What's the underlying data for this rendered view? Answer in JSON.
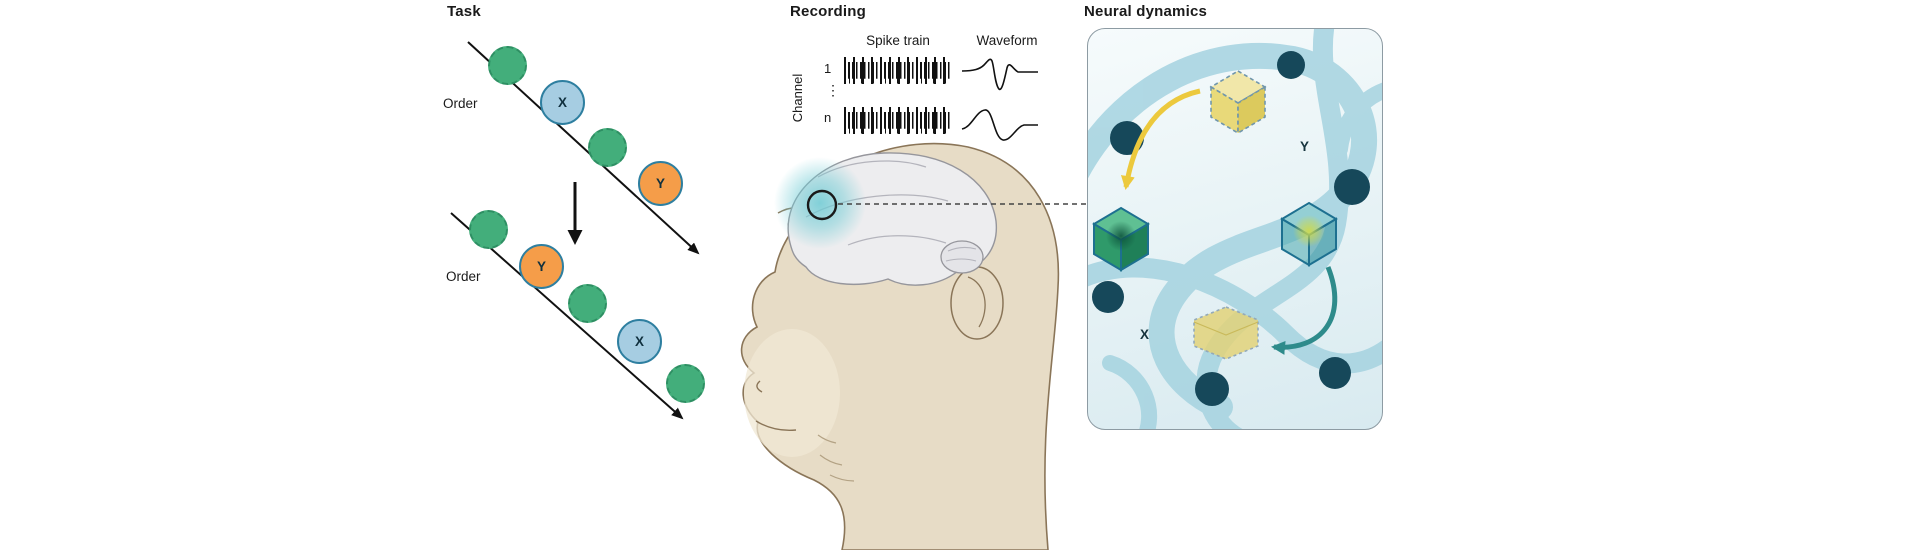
{
  "task": {
    "title": "Task",
    "seq1": {
      "order_label": "Order",
      "items": [
        {
          "kind": "distractor"
        },
        {
          "kind": "sample",
          "label": "X"
        },
        {
          "kind": "distractor"
        },
        {
          "kind": "sample",
          "label": "Y"
        }
      ]
    },
    "seq2": {
      "order_label": "Order",
      "items": [
        {
          "kind": "distractor"
        },
        {
          "kind": "sample",
          "label": "Y"
        },
        {
          "kind": "distractor"
        },
        {
          "kind": "sample",
          "label": "X"
        },
        {
          "kind": "distractor"
        }
      ]
    }
  },
  "recording": {
    "title": "Recording",
    "spike_train_header": "Spike train",
    "waveform_header": "Waveform",
    "channel": {
      "label": "Channel",
      "first": "1",
      "ellipsis": "⋮",
      "last": "n"
    }
  },
  "neural_dynamics": {
    "title": "Neural dynamics",
    "state_labels": {
      "y": "Y",
      "x": "X"
    }
  },
  "colors": {
    "distractor_green": "#43ae7b",
    "distractor_border": "#2e8f63",
    "sample_x_fill": "#a6cde2",
    "sample_y_fill": "#f59d49",
    "sample_border": "#2e7fa0",
    "node_dark_teal": "#16485a",
    "band_light_blue": "#a5d3e0",
    "cube_yellow": "#e3cf5e",
    "cube_green": "#2f9a6a",
    "arrow_yellow": "#ecc93d",
    "arrow_teal": "#2e8b8b",
    "cortex_highlight": "#6ecbd4",
    "monkey_fur": "#e7dcc6",
    "brain_gray": "#ededef"
  }
}
